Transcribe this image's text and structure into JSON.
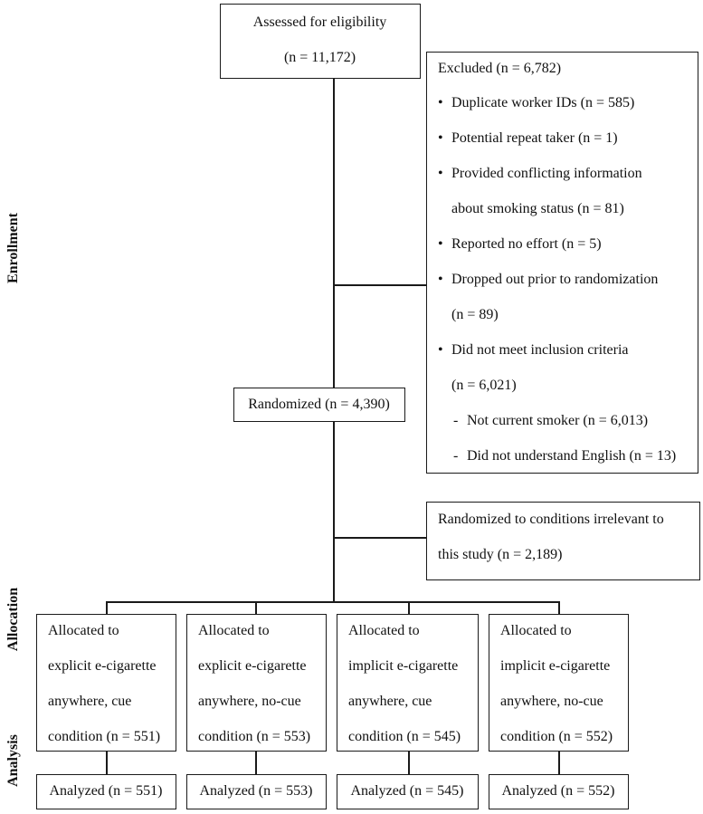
{
  "phase_labels": {
    "enrollment": "Enrollment",
    "allocation": "Allocation",
    "analysis": "Analysis"
  },
  "assessed": {
    "line1": "Assessed for eligibility",
    "line2": "(n = 11,172)"
  },
  "excluded": {
    "title": "Excluded (n = 6,782)",
    "bullet": "•",
    "dash": "-",
    "items": [
      "Duplicate worker IDs (n = 585)",
      "Potential repeat taker (n = 1)",
      "Provided conflicting information",
      "about smoking status (n = 81)",
      "Reported no effort (n = 5)",
      "Dropped out prior to randomization",
      "(n = 89)",
      "Did not meet inclusion criteria",
      "(n = 6,021)"
    ],
    "subitems": [
      "Not current smoker (n = 6,013)",
      "Did not understand English (n = 13)"
    ]
  },
  "randomized": {
    "label": "Randomized (n = 4,390)"
  },
  "irrelevant": {
    "line1": "Randomized to conditions irrelevant to",
    "line2": "this study (n = 2,189)"
  },
  "arms": [
    {
      "lines": [
        "Allocated to",
        "explicit e-cigarette",
        "anywhere, cue",
        "condition (n = 551)"
      ],
      "analyzed": "Analyzed (n = 551)"
    },
    {
      "lines": [
        "Allocated to",
        "explicit e-cigarette",
        "anywhere, no-cue",
        "condition (n = 553)"
      ],
      "analyzed": "Analyzed (n = 553)"
    },
    {
      "lines": [
        "Allocated to",
        "implicit e-cigarette",
        "anywhere, cue",
        "condition (n = 545)"
      ],
      "analyzed": "Analyzed (n = 545)"
    },
    {
      "lines": [
        "Allocated to",
        "implicit e-cigarette",
        "anywhere, no-cue",
        "condition (n = 552)"
      ],
      "analyzed": "Analyzed (n = 552)"
    }
  ]
}
